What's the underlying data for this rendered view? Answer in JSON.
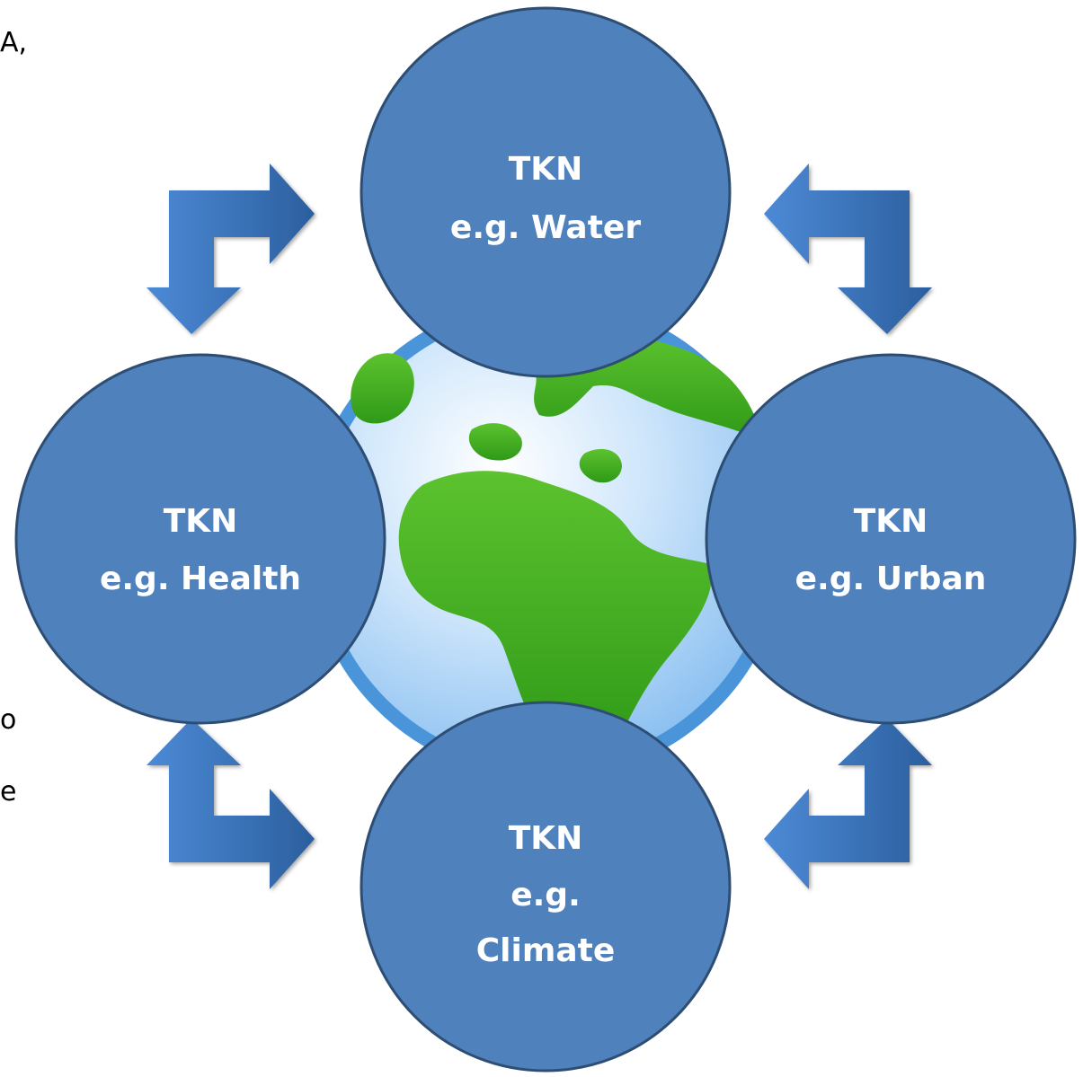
{
  "colors": {
    "node_fill": "#4f81bd",
    "node_stroke": "#2e4d73",
    "arrow": "#3a6fb5",
    "ocean": "#a9d3f5",
    "globe_rim": "#4a95d9",
    "land": "#3aa81e"
  },
  "edge_fragments": {
    "top": "A,",
    "middle": "o",
    "lower": "e"
  },
  "nodes": {
    "water": {
      "lines": [
        "TKN",
        "e.g. Water"
      ]
    },
    "health": {
      "lines": [
        "TKN",
        "e.g. Health"
      ]
    },
    "urban": {
      "lines": [
        "TKN",
        "e.g. Urban"
      ]
    },
    "climate": {
      "lines": [
        "TKN",
        "e.g.",
        "Climate"
      ]
    }
  },
  "center_icon": "globe-icon",
  "arrows": [
    "bent-arrow-icon",
    "bent-arrow-icon",
    "bent-arrow-icon",
    "bent-arrow-icon"
  ]
}
